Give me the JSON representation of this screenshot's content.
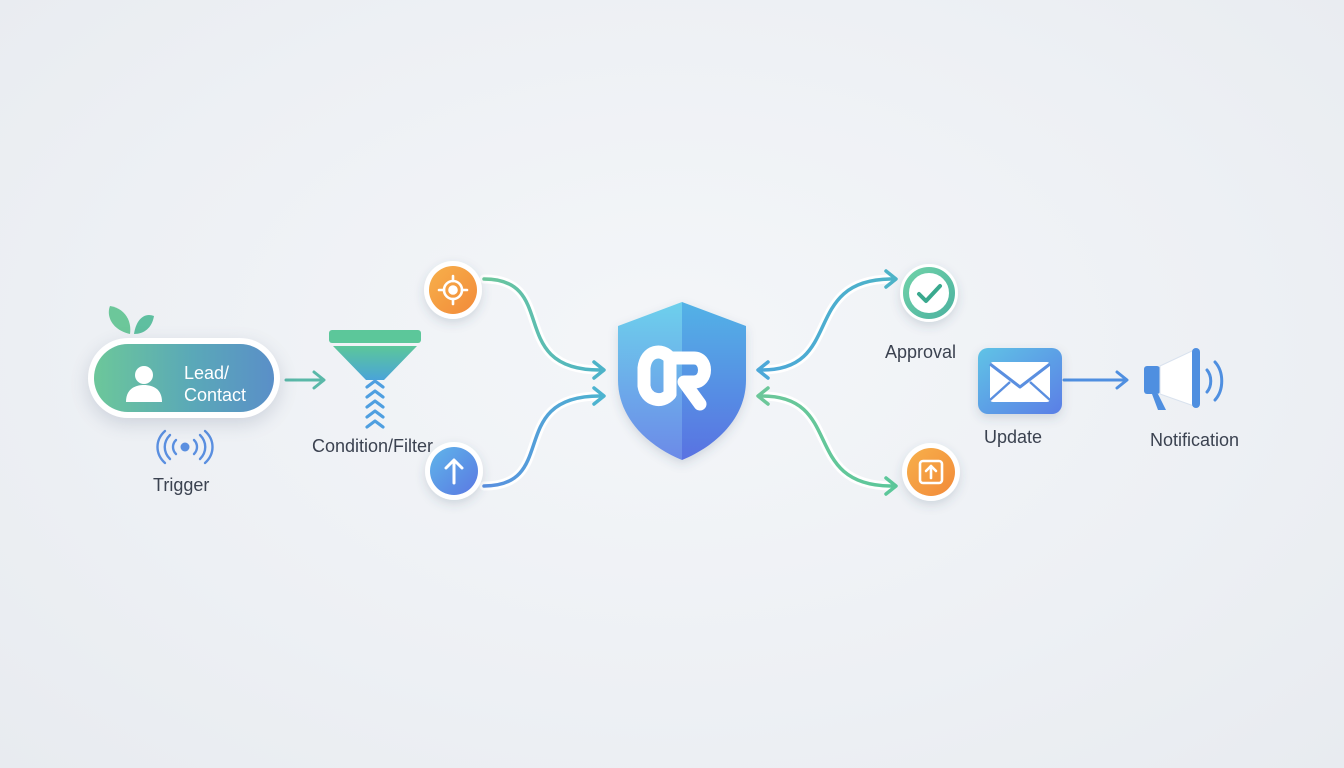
{
  "trigger": {
    "title_line1": "Lead/",
    "title_line2": "Contact",
    "label": "Trigger",
    "icons": [
      "leaf-icon",
      "user-icon",
      "wireless-signal-icon"
    ]
  },
  "filter": {
    "label": "Condition/Filter",
    "icon": "funnel-icon"
  },
  "inputs": [
    {
      "icon": "target-icon",
      "color": "#f59a3c"
    },
    {
      "icon": "arrow-up-icon",
      "color": "#4f8fe0"
    }
  ],
  "hub": {
    "logo_text": "CR",
    "icon": "shield-icon",
    "colors": [
      "#5fc3e6",
      "#5b7ee6"
    ]
  },
  "outputs": {
    "approval": {
      "label": "Approval",
      "icon": "check-icon",
      "color": "#5ec3a0"
    },
    "upload": {
      "icon": "upload-icon",
      "color": "#f59a3c"
    },
    "update": {
      "label": "Update",
      "icon": "envelope-icon"
    },
    "notification": {
      "label": "Notification",
      "icon": "megaphone-icon"
    }
  },
  "colors": {
    "green": "#5cc79a",
    "teal": "#4db3c8",
    "blue": "#4f8fe0",
    "orange": "#f59a3c",
    "text": "#3b4250"
  }
}
